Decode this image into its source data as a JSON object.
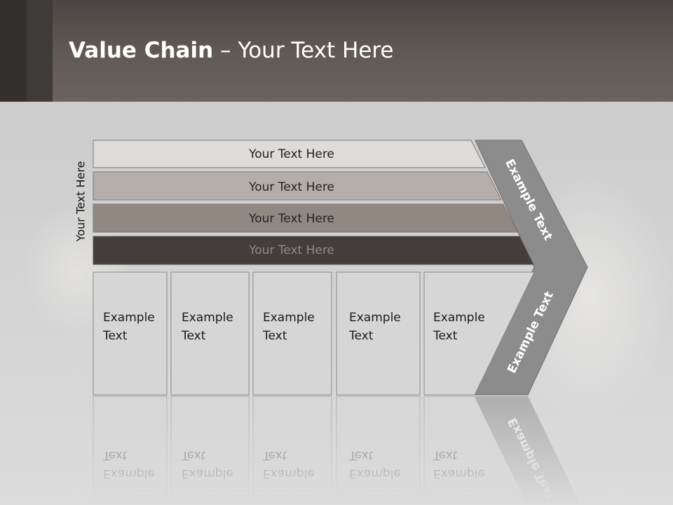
{
  "title": {
    "bold": "Value Chain",
    "rest": " – Your Text Here"
  },
  "side_label": "Your Text Here",
  "rows": [
    {
      "label": "Your Text Here",
      "fill": "#dedbd8",
      "text_color": "#222222"
    },
    {
      "label": "Your Text Here",
      "fill": "#b3aea9",
      "text_color": "#222222"
    },
    {
      "label": "Your Text Here",
      "fill": "#918882",
      "text_color": "#222222"
    },
    {
      "label": "Your Text Here",
      "fill": "#433e3c",
      "text_color": "#8e8a88"
    }
  ],
  "boxes": [
    {
      "line1": "Example",
      "line2": "Text"
    },
    {
      "line1": "Example",
      "line2": "Text"
    },
    {
      "line1": "Example",
      "line2": "Text"
    },
    {
      "line1": "Example",
      "line2": "Text"
    },
    {
      "line1": "Example",
      "line2": "Text"
    }
  ],
  "chevron": {
    "top_label": "Example Text",
    "bottom_label": "Example Text",
    "fill": "#8c8c8c"
  },
  "colors": {
    "header": "#5e5753",
    "box_fill": "#d6d6d6",
    "box_stroke": "#8a8a8a"
  }
}
